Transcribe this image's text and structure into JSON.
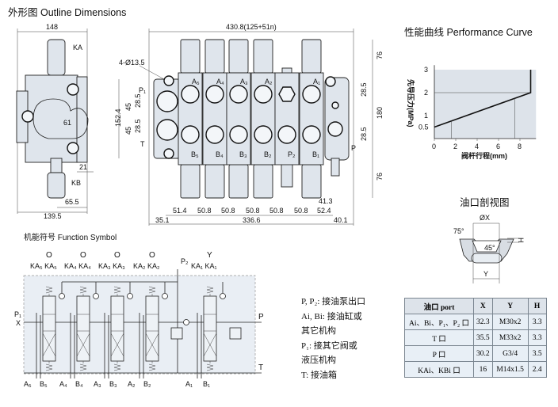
{
  "outline": {
    "title": "外形图   Outline Dimensions",
    "side": {
      "w_top": "148",
      "ka": "KA",
      "kb": "KB",
      "d61": "61",
      "d21": "21",
      "d655": "65.5",
      "w_bot": "139.5"
    },
    "front": {
      "overall": "430.8(125+51n)",
      "holes": "4-Ø13.5",
      "p1": "P₁",
      "t": "T",
      "p": "P",
      "left_dims": [
        "45",
        "28.5",
        "152.4",
        "45",
        "28.5"
      ],
      "right_dims": [
        "76",
        "28.5",
        "180",
        "28.5",
        "76"
      ],
      "a_labels": [
        "A₅",
        "A₄",
        "A₃",
        "A₂",
        "A₁"
      ],
      "b_labels": [
        "B₅",
        "B₄",
        "B₃",
        "B₂",
        "P₂",
        "B₁"
      ],
      "bottom_dims": [
        "51.4",
        "50.8",
        "50.8",
        "50.8",
        "50.8",
        "50.8",
        "52.4"
      ],
      "d413": "41.3",
      "base_dims": [
        "35.1",
        "336.6",
        "40.1"
      ]
    }
  },
  "performance": {
    "title": "性能曲线   Performance Curve",
    "chart_data": {
      "type": "line",
      "xlabel": "阀杆行程(mm)",
      "ylabel": "先导压力(MPa)",
      "x_ticks": [
        "0",
        "2",
        "4",
        "6",
        "8"
      ],
      "y_ticks": [
        "0.5",
        "1",
        "2",
        "3"
      ],
      "xlim": [
        0,
        9.5
      ],
      "ylim": [
        0,
        3
      ],
      "series": [
        {
          "x": [
            0,
            9,
            9
          ],
          "y": [
            0.5,
            2,
            3
          ]
        }
      ],
      "markers_x": [
        1.6,
        7.5
      ]
    }
  },
  "port_section": {
    "title": "油口剖视图",
    "x": "ØX",
    "y": "Y",
    "h": "H",
    "angle1": "75°",
    "angle2": "45°"
  },
  "port_table": {
    "headers": [
      "油口  port",
      "X",
      "Y",
      "H"
    ],
    "rows": [
      [
        "Ai、Bi、P₁、P₂ 口",
        "32.3",
        "M30x2",
        "3.3"
      ],
      [
        "T 口",
        "35.5",
        "M33x2",
        "3.3"
      ],
      [
        "P 口",
        "30.2",
        "G3/4",
        "3.5"
      ],
      [
        "KAi、KBi 口",
        "16",
        "M14x1.5",
        "2.4"
      ]
    ]
  },
  "legend": [
    "P, P₂: 接油泵出口",
    "Ai, Bi: 接油缸或",
    "其它机构",
    "P₁: 接其它阀或",
    "液压机构",
    "T: 接油箱"
  ],
  "function_symbol": {
    "title": "机能符号   Function Symbol",
    "types": [
      "O",
      "O",
      "O",
      "O",
      "Y"
    ],
    "ka_labels": [
      "KA₅ KA₅",
      "KA₄ KA₄",
      "KA₃ KA₃",
      "KA₂ KA₂",
      "KA₁ KA₁"
    ],
    "p2": "P₂",
    "p1": "P₁",
    "x": "X",
    "p": "P",
    "t": "T",
    "bottom_labels": [
      "A₅",
      "B₅",
      "A₄",
      "B₄",
      "A₃",
      "B₃",
      "A₂",
      "B₂",
      "A₁",
      "B₁"
    ]
  }
}
